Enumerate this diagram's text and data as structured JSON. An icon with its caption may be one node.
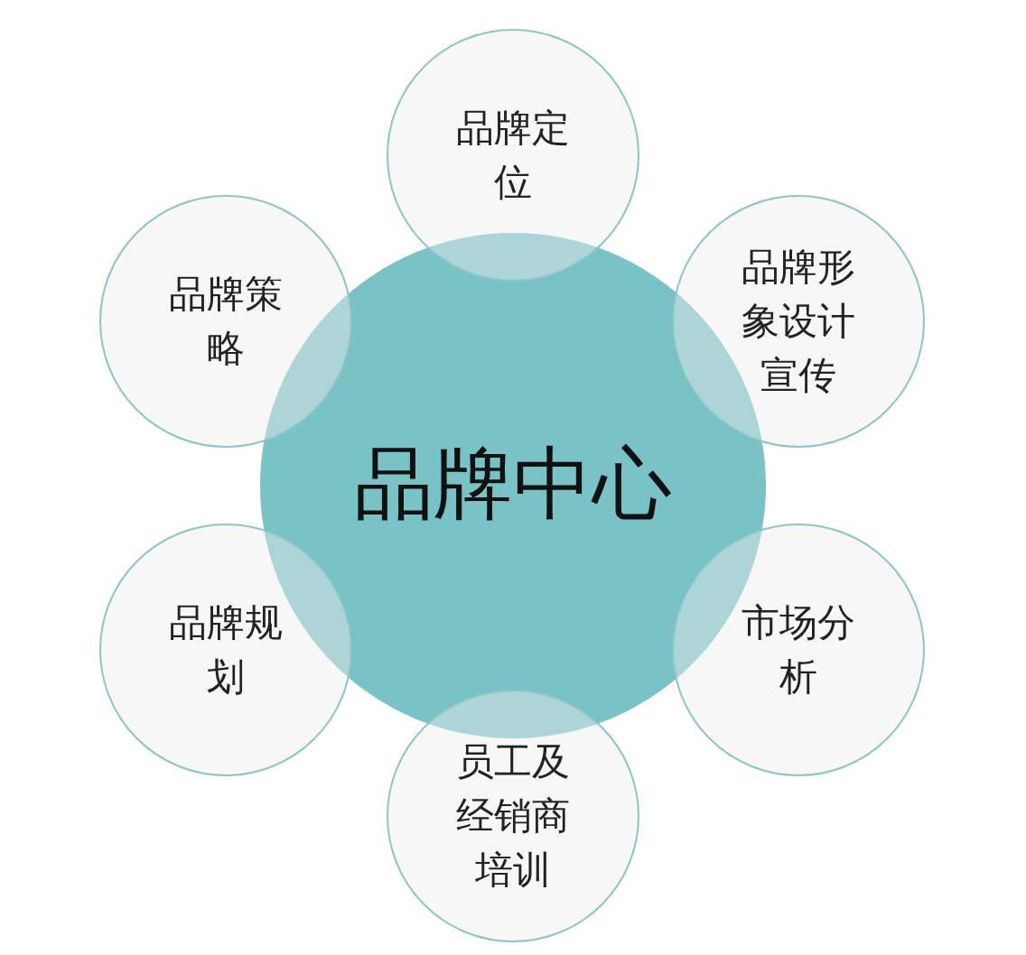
{
  "diagram": {
    "nodes": [
      {
        "text": [
          "品牌中心"
        ]
      },
      {
        "text": [
          "品牌定位"
        ]
      },
      {
        "text": [
          "品牌形象设计宣传"
        ]
      },
      {
        "text": [
          "市场分析"
        ]
      },
      {
        "text": [
          "员工及经销商培训"
        ]
      },
      {
        "text": [
          "品牌规划"
        ]
      },
      {
        "text": [
          "品牌策略"
        ]
      }
    ]
  }
}
